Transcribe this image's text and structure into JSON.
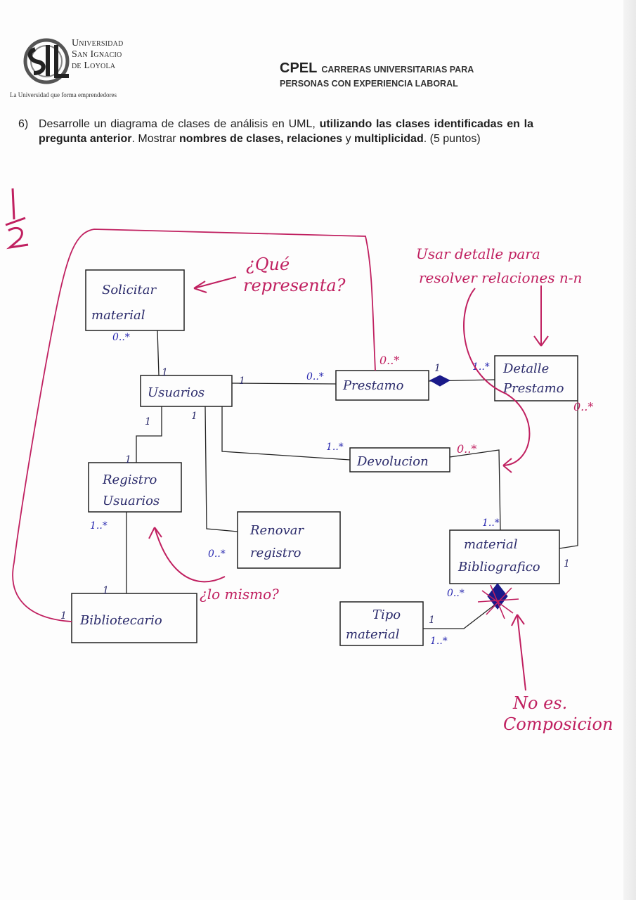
{
  "header": {
    "logo_lines": [
      "Universidad",
      "San Ignacio",
      "de Loyola"
    ],
    "tagline": "La Universidad que forma emprendedores",
    "program_acronym": "CPEL",
    "program_line1": "CARRERAS UNIVERSITARIAS PARA",
    "program_line2": "PERSONAS CON EXPERIENCIA LABORAL"
  },
  "question": {
    "number": "6)",
    "text_part1": "Desarrolle un diagrama de clases de análisis en UML, ",
    "bold_part1": "utilizando las clases identificadas en la pregunta anterior",
    "text_part2": ". Mostrar ",
    "bold_part2": "nombres de clases, relaciones",
    "text_part3": " y ",
    "bold_part3": "multiplicidad",
    "text_part4": ". (5 puntos)"
  },
  "grade": {
    "numerator": "1",
    "denominator": "2"
  },
  "diagram": {
    "classes": {
      "solicitar_material": [
        "Solicitar",
        "material"
      ],
      "usuarios": [
        "Usuarios"
      ],
      "prestamo": [
        "Prestamo"
      ],
      "detalle_prestamo": [
        "Detalle",
        "Prestamo"
      ],
      "registro_usuarios": [
        "Registro",
        "Usuarios"
      ],
      "devolucion": [
        "Devolucion"
      ],
      "renovar_registro": [
        "Renovar",
        "registro"
      ],
      "material_bibliografico": [
        "material",
        "Bibliografico"
      ],
      "bibliotecario": [
        "Bibliotecario"
      ],
      "tipo_material": [
        "Tipo",
        "material"
      ]
    },
    "multiplicities": {
      "solicitar_under": "0..*",
      "usuarios_right": "1",
      "usuarios_left": "1",
      "usuarios_down_a": "1",
      "usuarios_down_b": "1",
      "prestamo_left": "0..*",
      "prestamo_right": "1",
      "detalle_left": "1..*",
      "registro_top": "1",
      "registro_bottom": "1..*",
      "devolucion_left": "1..*",
      "renovar_left": "0..*",
      "bibliotecario_top": "1",
      "bibliotecario_left": "1",
      "material_top": "1..*",
      "material_right": "1",
      "material_bottom_left": "0..*",
      "tipo_right": "1",
      "tipo_bottom": "1..*"
    },
    "annotations": {
      "que_line1": "¿Qué",
      "que_line2": "representa?",
      "detalle_line1": "Usar detalle para",
      "detalle_line2": "resolver relaciones n-n",
      "prestamo_mult": "0..*",
      "detalle_mult": "0..*",
      "devolucion_mult": "0..*",
      "lo_mismo": "¿lo mismo?",
      "no_es_line1": "No es.",
      "no_es_line2": "Composicion"
    },
    "colors": {
      "ink_blue": "#2c2c6c",
      "ink_red": "#c02060",
      "diamond": "#1a1a8a"
    }
  }
}
